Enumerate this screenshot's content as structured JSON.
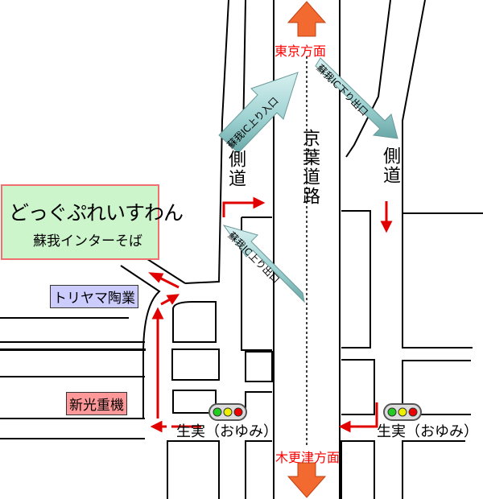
{
  "directions": {
    "north": "東京方面",
    "south": "木更津方面"
  },
  "highway": "京葉道路",
  "side_road_label": "側道",
  "ramps": {
    "up_entrance": "蘇我IC上り入口",
    "down_exit": "蘇我IC下り出口",
    "up_exit": "蘇我IC上り出口"
  },
  "shop": {
    "name": "どっぐぷれいすわん",
    "subtitle": "蘇我インターそば"
  },
  "landmarks": [
    {
      "name": "トリヤマ陶業",
      "color": "#ccccff"
    },
    {
      "name": "新光重機",
      "color": "#ff9999"
    }
  ],
  "intersections": [
    {
      "name": "生実（おゆみ）"
    },
    {
      "name": "生実（おゆみ）"
    }
  ],
  "colors": {
    "route_arrow": "#e00000",
    "direction_arrow": "#f26a30",
    "ramp_arrow": "#a8d8d8",
    "direction_text": "#ff0000"
  }
}
